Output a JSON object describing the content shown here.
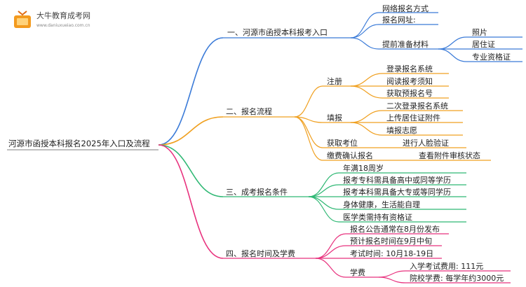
{
  "logo": {
    "name": "大牛教育成考网",
    "url": "www.daniuxueiao.com.cn"
  },
  "colors": {
    "blue": "#3b7bd8",
    "orange": "#f0a020",
    "green": "#2fb874",
    "pink": "#e8327e"
  },
  "mindmap": {
    "root": "河源市函授本科报名2025年入口及流程",
    "branches": [
      {
        "title": "一、河源市函授本科报考入口",
        "items": [
          "网络报名方式",
          "报名网址:",
          "提前准备材料"
        ],
        "materials": [
          "照片",
          "居住证",
          "专业资格证"
        ]
      },
      {
        "title": "二、报名流程",
        "register": {
          "label": "注册",
          "items": [
            "登录报名系统",
            "阅读报考须知",
            "获取预报名号"
          ]
        },
        "fill": {
          "label": "填报",
          "items": [
            "二次登录报名系统",
            "上传居住证附件",
            "填报志愿"
          ]
        },
        "exam_site": {
          "label": "获取考位",
          "detail": "进行人脸验证"
        },
        "payment": {
          "label": "缴费确认报名",
          "detail": "查看附件审核状态"
        }
      },
      {
        "title": "三、成考报名条件",
        "items": [
          "年满18周岁",
          "报考专科需具备高中或同等学历",
          "报考本科需具备大专或等同学历",
          "身体健康，生活能自理",
          "医学类需持有资格证"
        ]
      },
      {
        "title": "四、报名时间及学费",
        "items": [
          "报名公告通常在8月份发布",
          "预计报名时间在9月中旬",
          "考试时间: 10月18-19日"
        ],
        "fees": {
          "label": "学费",
          "items": [
            "入学考试费用: 111元",
            "院校学费: 每学年约3000元"
          ]
        }
      }
    ]
  }
}
